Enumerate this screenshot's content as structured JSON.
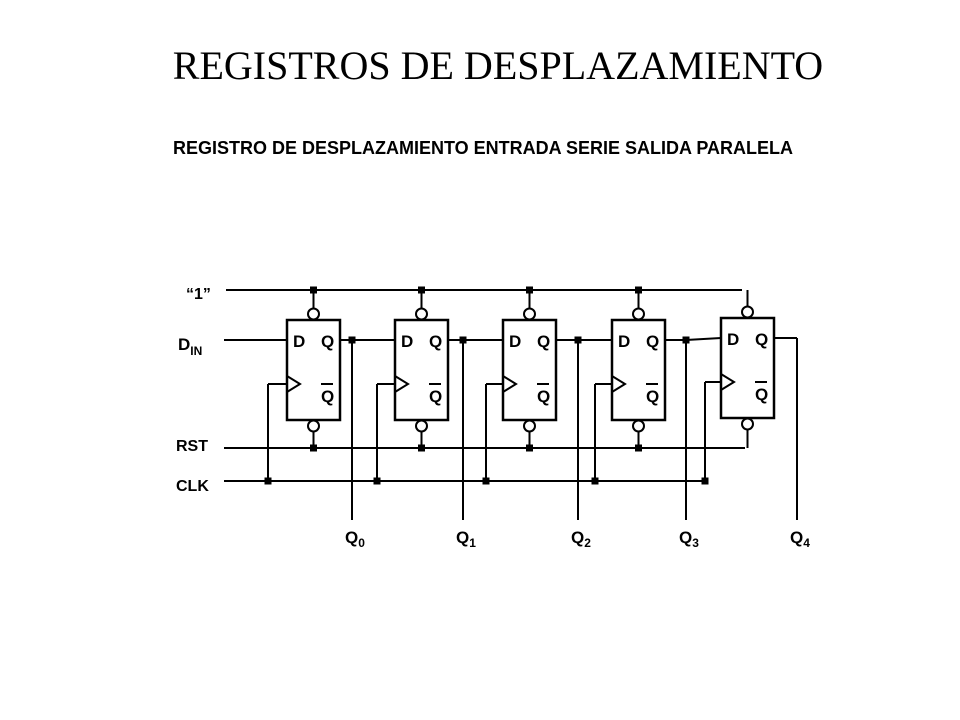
{
  "header": {
    "title": "REGISTROS DE DESPLAZAMIENTO",
    "subtitle": "REGISTRO DE DESPLAZAMIENTO ENTRADA SERIE SALIDA PARALELA"
  },
  "diagram": {
    "inputs": {
      "one": "“1”",
      "din_main": "D",
      "din_sub": "IN",
      "rst": "RST",
      "clk": "CLK"
    },
    "flip_flop_pins": {
      "d": "D",
      "q": "Q",
      "qbar": "Q"
    },
    "outputs": [
      {
        "main": "Q",
        "sub": "0"
      },
      {
        "main": "Q",
        "sub": "1"
      },
      {
        "main": "Q",
        "sub": "2"
      },
      {
        "main": "Q",
        "sub": "3"
      },
      {
        "main": "Q",
        "sub": "4"
      }
    ],
    "colors": {
      "ink": "#000000",
      "background": "#ffffff"
    }
  }
}
